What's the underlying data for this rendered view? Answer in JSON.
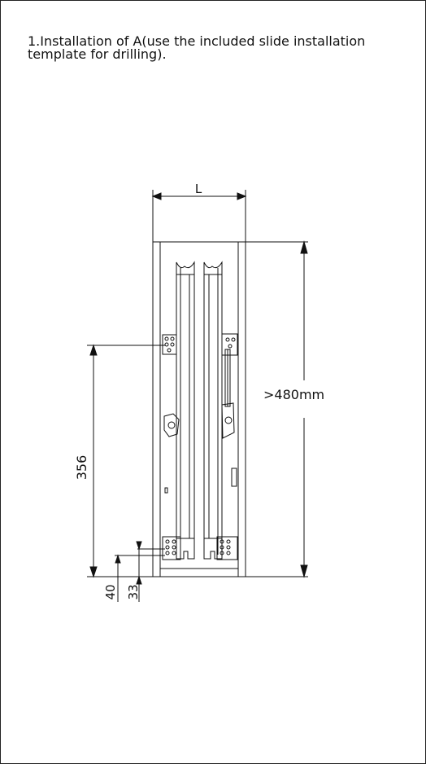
{
  "instruction": "1.Installation of A(use the included slide installation template for drilling).",
  "dimensions": {
    "width_label": "L",
    "depth_label": ">480mm",
    "height_356": "356",
    "dim_40": "40",
    "dim_33": "33"
  },
  "colors": {
    "line": "#111111",
    "background": "#ffffff"
  }
}
